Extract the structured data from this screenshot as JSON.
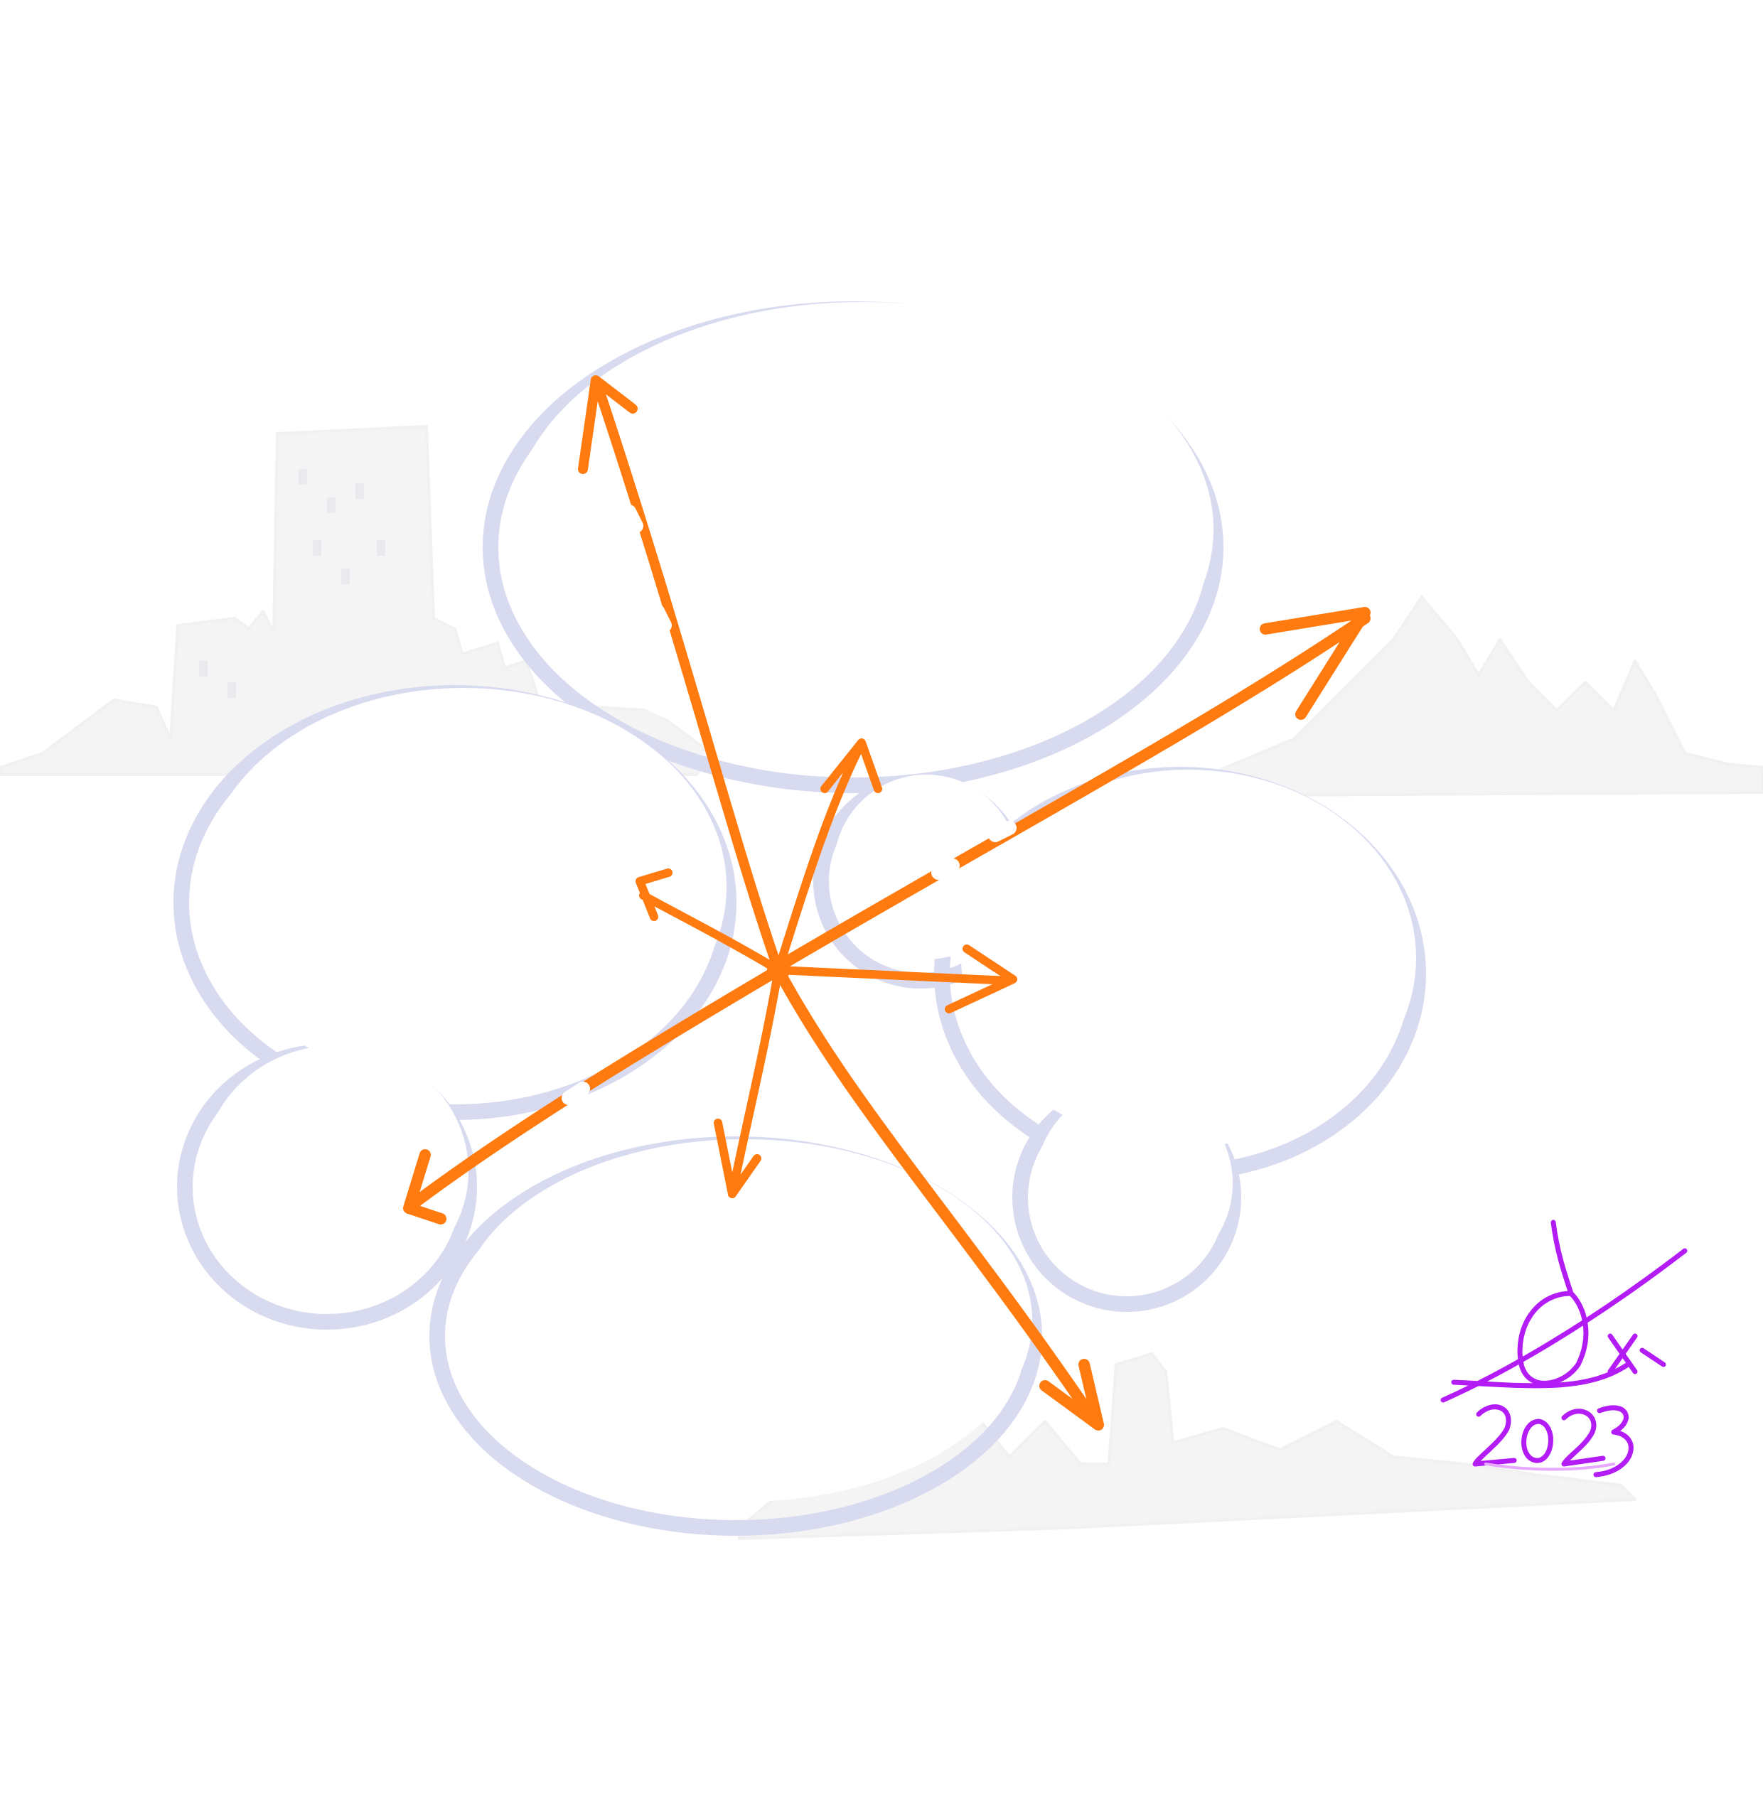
{
  "diagram": {
    "colors": {
      "background": "#ffffff",
      "arrows": "#ff7a0f",
      "bubble_outline": "#d8dbf0",
      "skyline": "#f4f4f4",
      "signature": "#b31cf5"
    },
    "bubble_count": 7,
    "arrow_count": 9,
    "signature_year": "2023"
  }
}
